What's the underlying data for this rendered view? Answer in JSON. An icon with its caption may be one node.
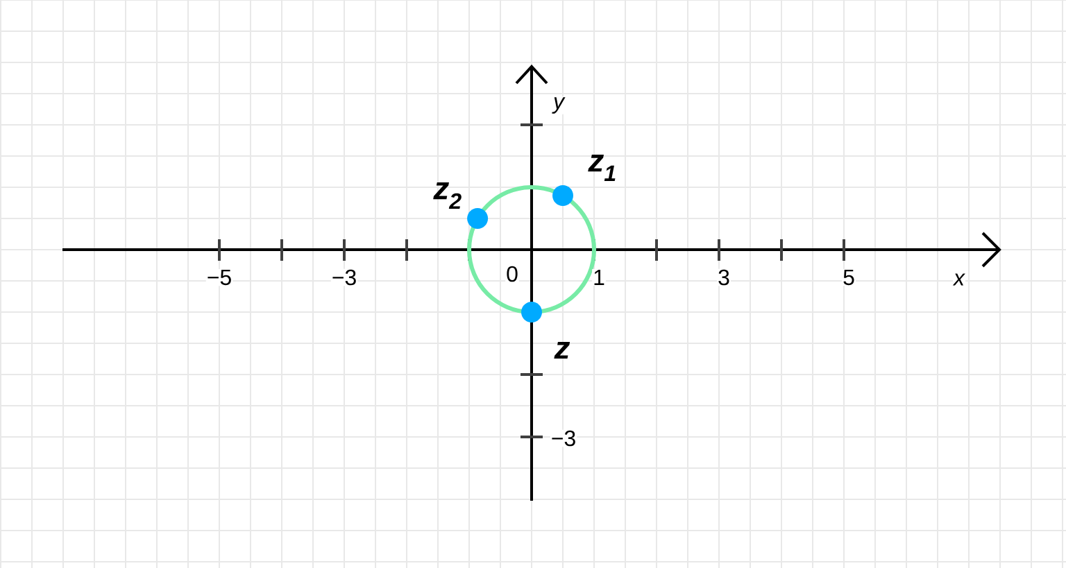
{
  "diagram": {
    "nodes": [
      {
        "text": [],
        "shape": "circle",
        "beside": [
          "z$_{1}$"
        ]
      },
      {
        "text": [],
        "shape": "circle",
        "beside": [
          "z$_{2}$"
        ]
      },
      {
        "text": [],
        "shape": "circle",
        "beside": [
          "z"
        ]
      }
    ],
    "labels": [
      "y",
      "−5",
      "−3",
      "0",
      "1",
      "3",
      "5",
      "x",
      "−3"
    ]
  }
}
